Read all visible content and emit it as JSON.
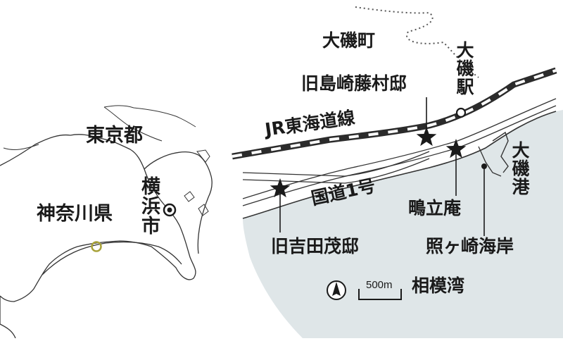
{
  "overview": {
    "prefecture": "神奈川県",
    "tokyo": "東京都",
    "yokohama": "横浜市"
  },
  "detail": {
    "town": "大磯町",
    "station": "大磯駅",
    "railway": "JR東海道線",
    "route": "国道1号",
    "port": "大磯港",
    "bay": "相模湾",
    "scale": "500m",
    "sites": [
      {
        "name": "旧島崎藤村邸",
        "marker": "star"
      },
      {
        "name": "鴫立庵",
        "marker": "star"
      },
      {
        "name": "旧吉田茂邸",
        "marker": "star"
      },
      {
        "name": "照ヶ崎海岸",
        "marker": "dot"
      }
    ]
  },
  "colors": {
    "sea": "#dfe6e8",
    "ink": "#1a1a1a",
    "locator": "#a8a23a"
  },
  "icons": [
    "north-arrow-icon",
    "star-marker-icon",
    "station-circle-icon",
    "city-center-icon"
  ]
}
